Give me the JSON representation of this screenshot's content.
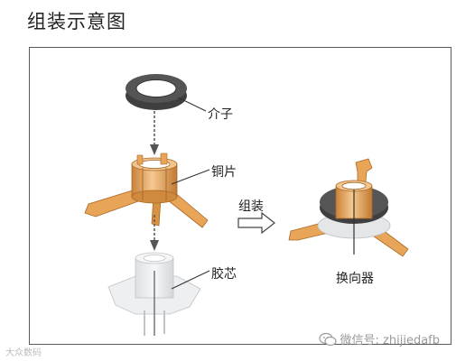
{
  "title": "组装示意图",
  "labels": {
    "spacer": "介子",
    "copper": "铜片",
    "core": "胶芯",
    "assembly_arrow": "组装",
    "commutator": "换向器"
  },
  "watermark": {
    "left_text": "大众数码",
    "right_text": "微信号: zhijiedafb",
    "icon": "wechat-icon"
  },
  "colors": {
    "copper": "#e8a457",
    "copper_dark": "#b8702a",
    "ring": "#4a4a4a",
    "plastic": "#e8eaec"
  }
}
